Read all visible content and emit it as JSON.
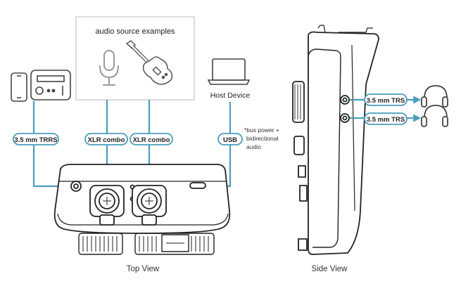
{
  "source_box": {
    "title": "audio source examples"
  },
  "host_device": {
    "label": "Host Device"
  },
  "connections": {
    "trrs": "3.5 mm TRRS",
    "xlr_1": "XLR combo",
    "xlr_2": "XLR combo",
    "usb": "USB"
  },
  "usb_note": {
    "line1": "*bus power +",
    "line2": "bidirectional",
    "line3": "audio"
  },
  "side_outputs": {
    "out_1": "3.5 mm TRS",
    "out_2": "3.5 mm TRS"
  },
  "captions": {
    "top_view": "Top View",
    "side_view": "Side View"
  },
  "colors": {
    "connector_blue": "#4a9dbf",
    "pill_border": "#4a9dbf",
    "device_stroke": "#222222",
    "source_box_border": "#cccccc"
  },
  "icons": [
    "smartphone-icon",
    "radio-icon",
    "microphone-icon",
    "guitar-icon",
    "laptop-icon",
    "headphones-icon"
  ]
}
